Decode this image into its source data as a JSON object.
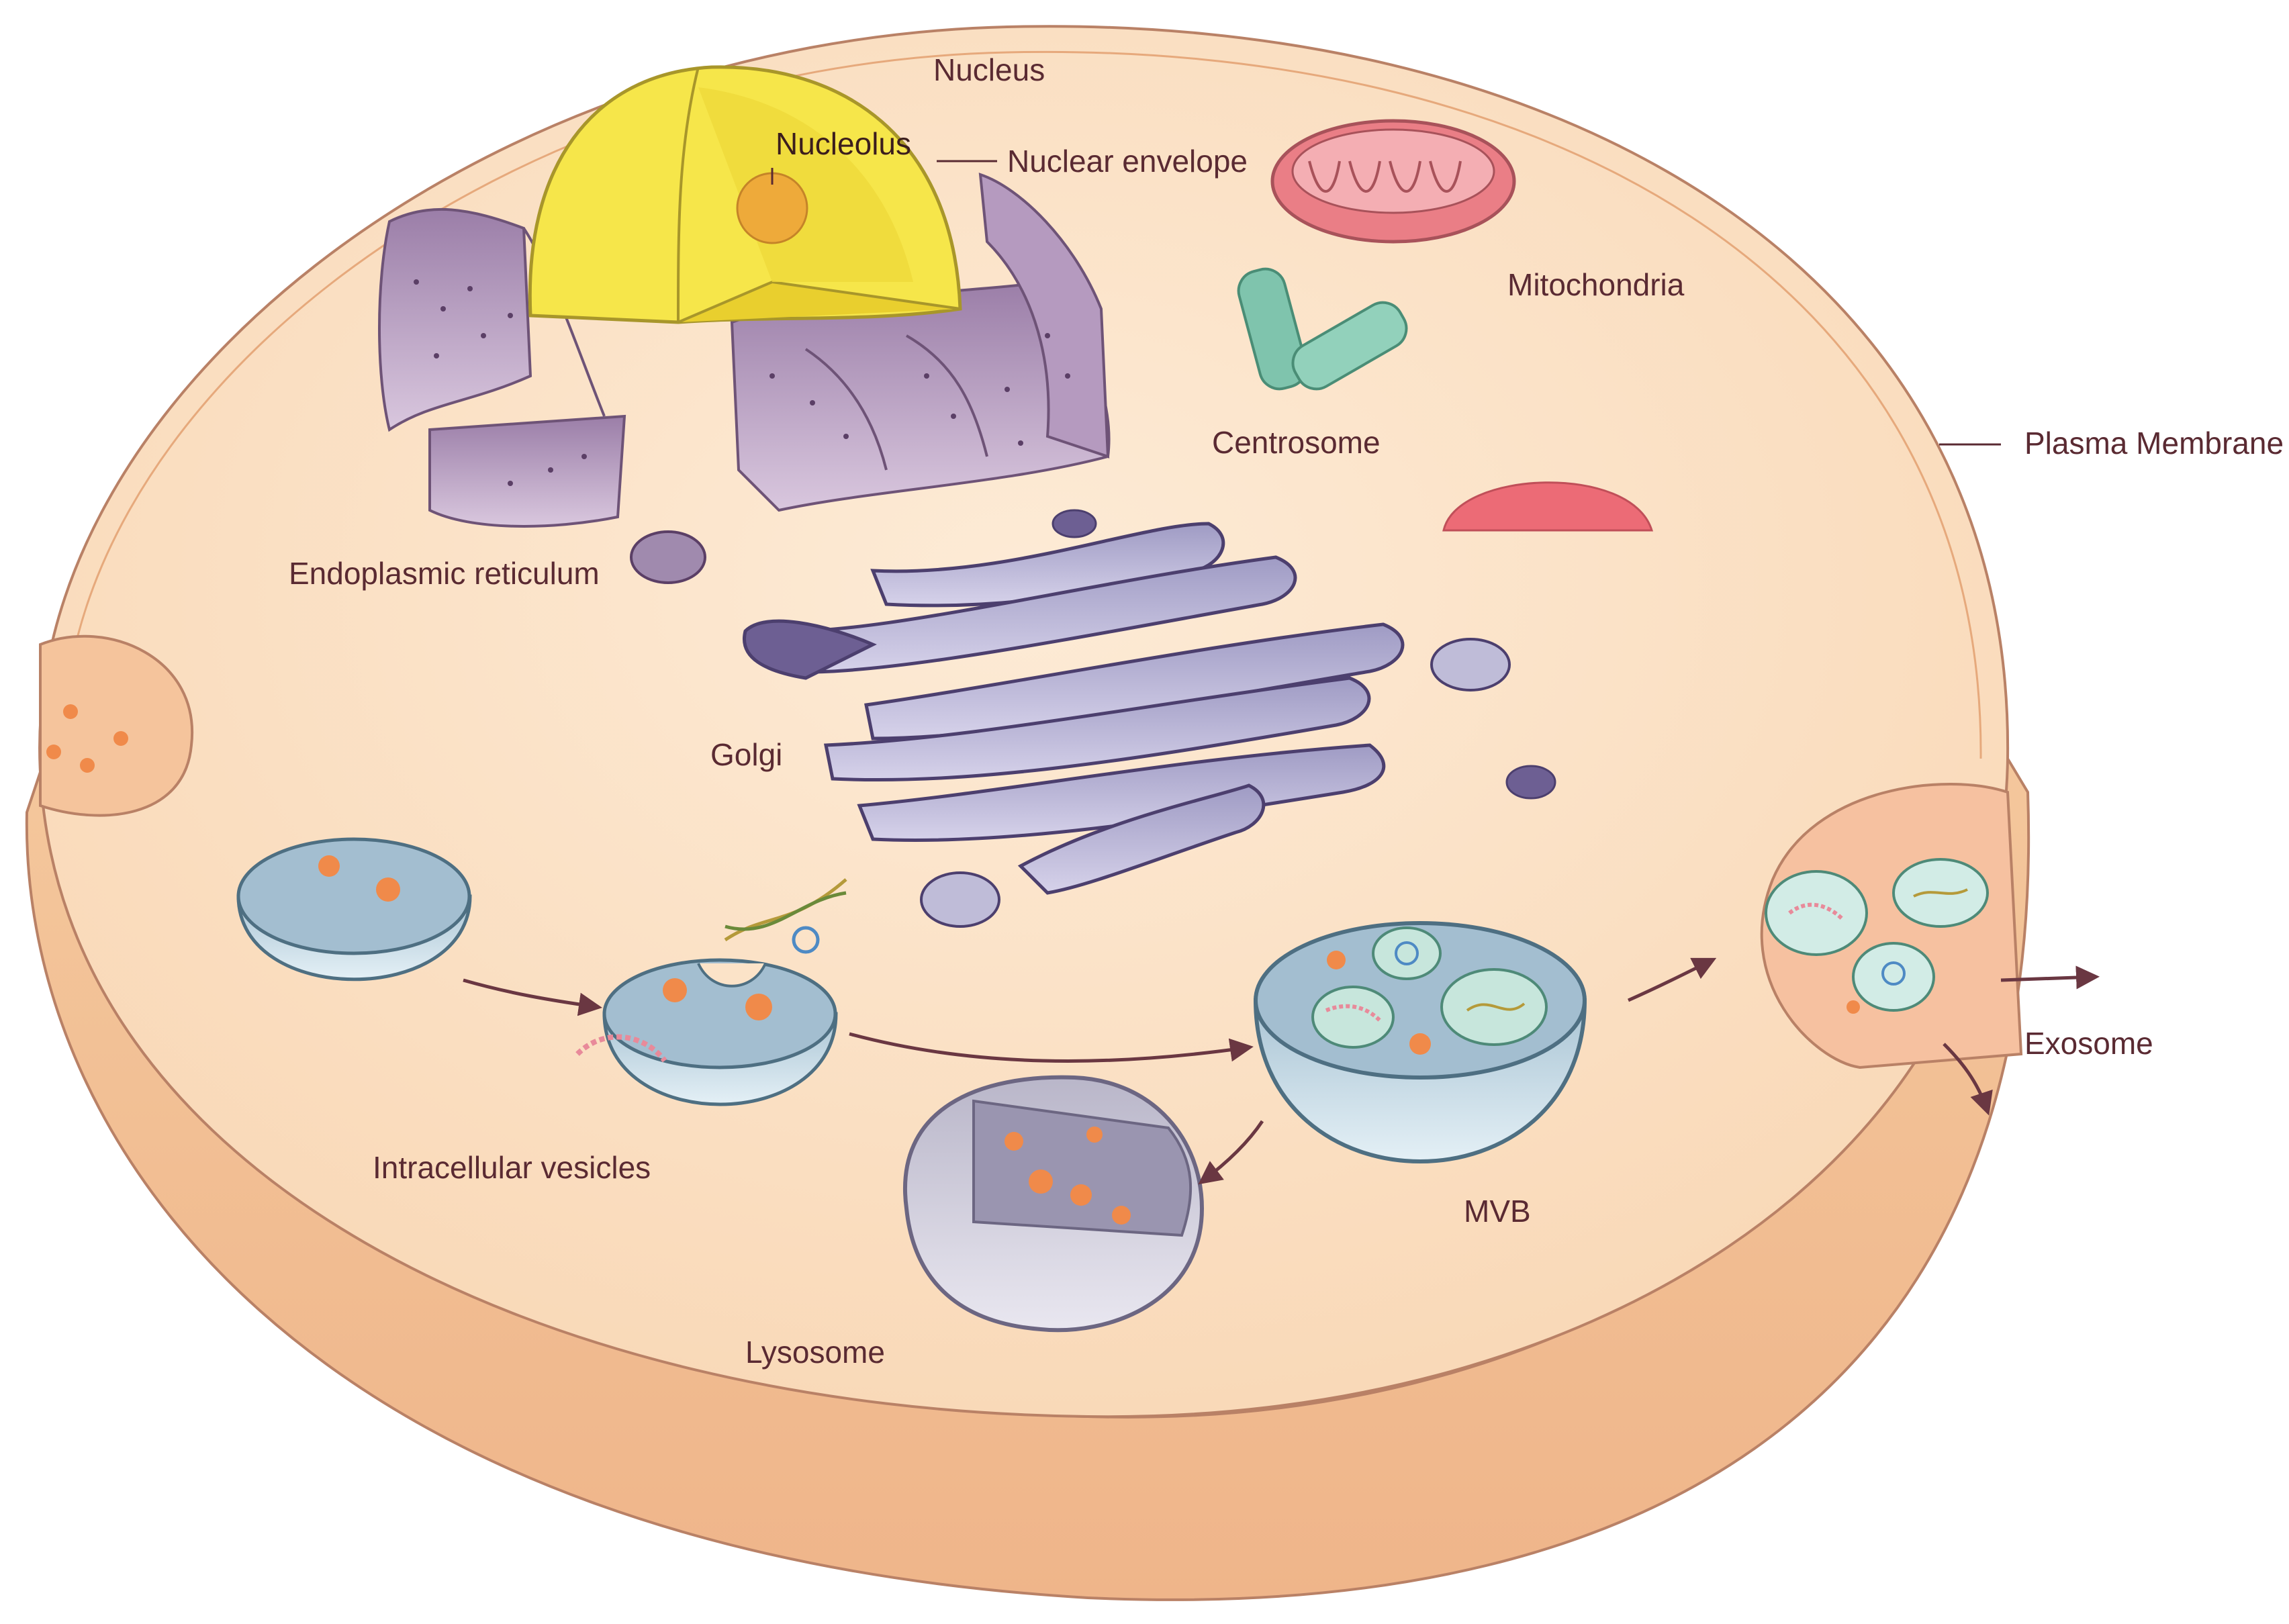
{
  "labels": {
    "nucleus": "Nucleus",
    "nucleolus": "Nucleolus",
    "nuclear_envelope": "Nuclear envelope",
    "mitochondria": "Mitochondria",
    "centrosome": "Centrosome",
    "plasma_membrane": "Plasma Membrane",
    "endoplasmic_reticulum": "Endoplasmic reticulum",
    "golgi": "Golgi",
    "intracellular_vesicles": "Intracellular vesicles",
    "mvb": "MVB",
    "exosome": "Exosome",
    "lysosome": "Lysosome"
  },
  "colors": {
    "cytoplasm": "#fbe3c8",
    "membrane_rim": "#f2bc8c",
    "outline": "#b98166",
    "nucleus": "#f6e64a",
    "er": "#a98cb2",
    "golgi": "#a7a4c9",
    "mitochondria": "#ea7e86",
    "centrosome": "#7fc4ad",
    "vesicle": "#c9dfe9",
    "cargo": "#f08a4a",
    "arrow": "#6a3742"
  }
}
